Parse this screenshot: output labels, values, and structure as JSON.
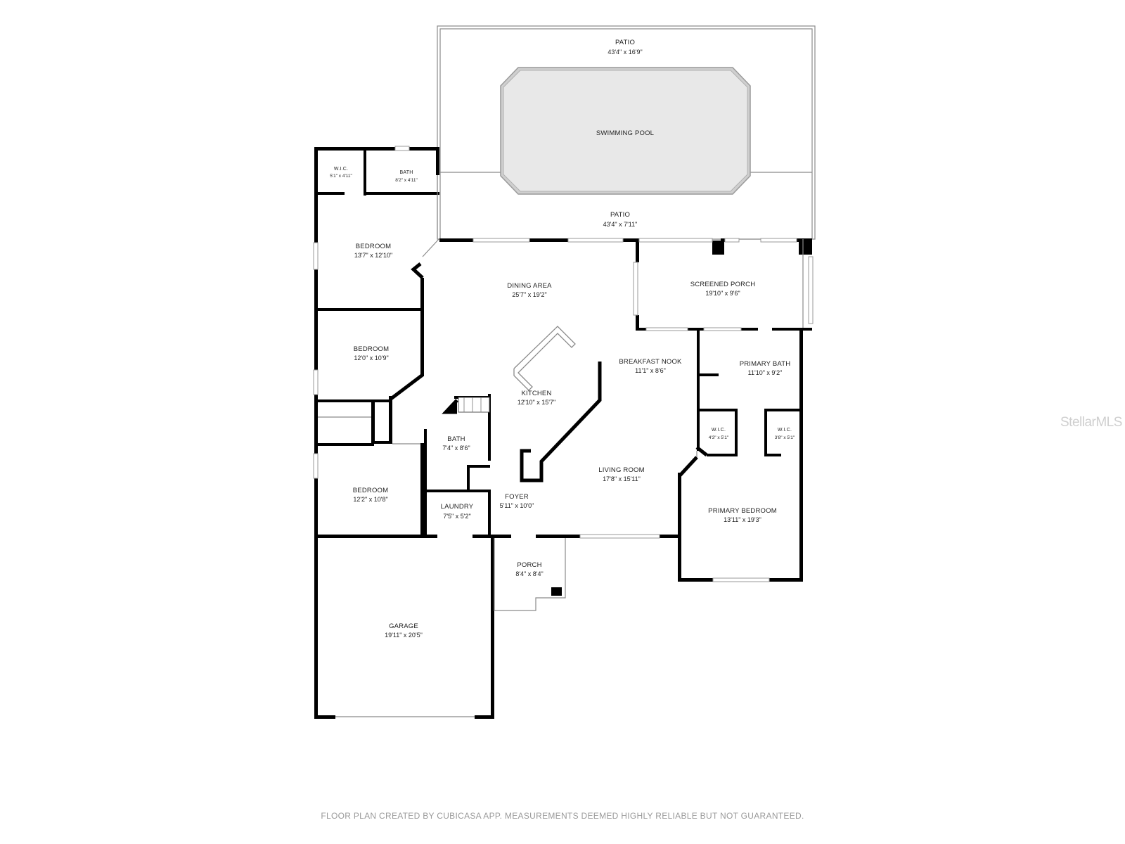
{
  "rooms": {
    "patio_top": {
      "name": "PATIO",
      "dims": "43'4\" x 16'9\""
    },
    "pool": {
      "name": "SWIMMING POOL"
    },
    "patio_bottom": {
      "name": "PATIO",
      "dims": "43'4\" x 7'11\""
    },
    "wic_nw": {
      "name": "W.I.C.",
      "dims": "5'1\" x 4'11\""
    },
    "bath_nw": {
      "name": "BATH",
      "dims": "8'2\" x 4'11\""
    },
    "bedroom_1": {
      "name": "BEDROOM",
      "dims": "13'7\" x 12'10\""
    },
    "bedroom_2": {
      "name": "BEDROOM",
      "dims": "12'0\" x 10'9\""
    },
    "bedroom_3": {
      "name": "BEDROOM",
      "dims": "12'2\" x 10'8\""
    },
    "dining": {
      "name": "DINING AREA",
      "dims": "25'7\" x 19'2\""
    },
    "screened_porch": {
      "name": "SCREENED PORCH",
      "dims": "19'10\" x 9'6\""
    },
    "breakfast_nook": {
      "name": "BREAKFAST NOOK",
      "dims": "11'1\" x 8'6\""
    },
    "kitchen": {
      "name": "KITCHEN",
      "dims": "12'10\" x 15'7\""
    },
    "primary_bath": {
      "name": "PRIMARY BATH",
      "dims": "11'10\" x 9'2\""
    },
    "wic_left": {
      "name": "W.I.C.",
      "dims": "4'3\" x 5'1\""
    },
    "wic_right": {
      "name": "W.I.C.",
      "dims": "3'8\" x 5'1\""
    },
    "bath_center": {
      "name": "BATH",
      "dims": "7'4\" x 8'6\""
    },
    "living": {
      "name": "LIVING ROOM",
      "dims": "17'8\" x 15'11\""
    },
    "foyer": {
      "name": "FOYER",
      "dims": "5'11\" x 10'0\""
    },
    "laundry": {
      "name": "LAUNDRY",
      "dims": "7'5\" x 5'2\""
    },
    "primary_bedroom": {
      "name": "PRIMARY BEDROOM",
      "dims": "13'11\" x 19'3\""
    },
    "porch": {
      "name": "PORCH",
      "dims": "8'4\" x 8'4\""
    },
    "garage": {
      "name": "GARAGE",
      "dims": "19'11\" x 20'5\""
    }
  },
  "footer": "FLOOR PLAN CREATED BY CUBICASA APP. MEASUREMENTS DEEMED HIGHLY RELIABLE BUT NOT GUARANTEED.",
  "watermark": "StellarMLS",
  "colors": {
    "wall": "#000000",
    "pool_fill": "#e8e8e8",
    "outline": "#8a8a8a",
    "label": "#222222",
    "footer": "#9a9a9a"
  }
}
